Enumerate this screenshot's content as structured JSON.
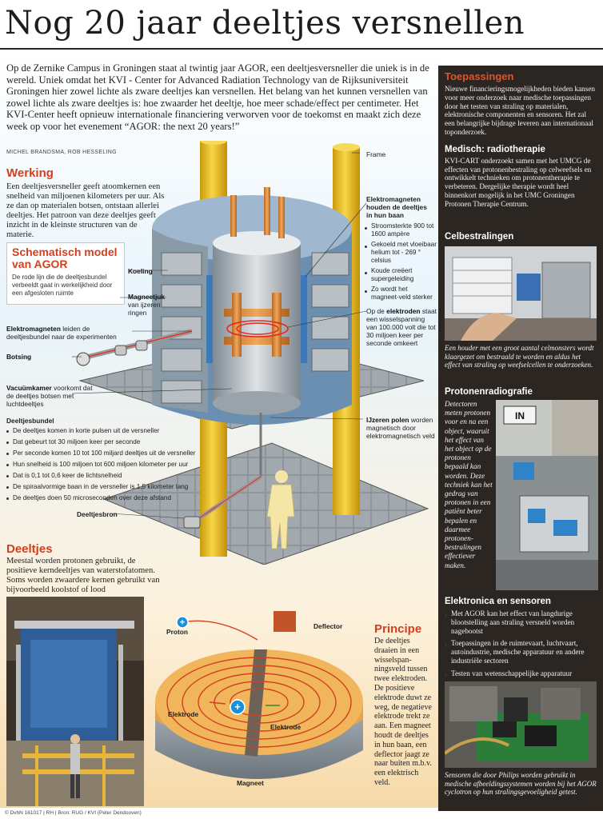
{
  "title": "Nog 20 jaar deeltjes versnellen",
  "intro": "Op de Zernike Campus in Groningen staat al twintig jaar AGOR, een deeltjesversneller die uniek is in de wereld. Uniek omdat het KVI - Center for Advanced Radiation Technology van de Rijksuniversiteit Groningen hier zowel lichte als zware deeltjes kan versnellen. Het belang van het kunnen versnellen van zowel lichte als zware deeltjes is: hoe zwaarder het deeltje, hoe meer schade/effect per centimeter. Het KVI-Center heeft opnieuw internationale financiering verworven voor de toekomst en maakt zich deze week op voor het evenement “AGOR: the next 20 years!”",
  "byline": "MICHEL BRANDSMA, ROB HESSELING",
  "werking": {
    "title": "Werking",
    "text": "Een deeltjesversneller geeft atoomkernen een snelheid van miljoenen kilometers per uur. Als ze dan op materialen botsen, ontstaan allerlei deeltjes. Het patroon van deze deeltjes geeft inzicht in de kleinste structuren van de materie."
  },
  "schematisch": {
    "title": "Schematisch model van AGOR",
    "text": "De rode lijn die de deeltjesbundel verbeeldt gaat in werkelijkheid door een afgesloten ruimte"
  },
  "labels": {
    "frame": "Frame",
    "koeling": "Koeling",
    "magneetjuk_b": "Magneetjuk",
    "magneetjuk_t": " van ijzeren ringen",
    "elektromagneten_bundel_b": "Elektromagneten",
    "elektromagneten_bundel_t": " leiden de deeltjesbundel naar de experimenten",
    "botsing": "Botsing",
    "vacuumkamer_b": "Vacuümkamer",
    "vacuumkamer_t": " voorkomt dat de deeltjes botsen met luchtdeeltjes",
    "elektromagneten_baan": "Elektromagneten houden de deeltjes in hun baan",
    "elektroden_t1": "Op de ",
    "elektroden_b": "elektroden",
    "elektroden_t2": " staat een wisselspanning van 100.000 volt die tot 30 miljoen keer per seconde omkeert",
    "ijzeren_polen_b": "IJzeren polen",
    "ijzeren_polen_t": " worden magnetisch door elektromagnetisch veld",
    "deeltjesbundel": "Deeltjesbundel",
    "deeltjesbron": "Deeltjesbron"
  },
  "magnet_bullets": [
    "Stroomsterkte 900 tot 1600 ampère",
    "Gekoeld met vloeibaar helium tot - 269 ° celsius",
    "Koude creëert supergeleiding",
    "Zo wordt het magneet-veld sterker"
  ],
  "bundel_bullets": [
    "De deeltjes komen in korte pulsen uit de versneller",
    "Dat gebeurt tot 30 miljoen keer per seconde",
    "Per seconde komen 10 tot 100 miljard deeltjes uit de versneller",
    "Hun snelheid is 100 miljoen tot 600 miljoen kilometer per uur",
    "Dat is 0,1 tot 0,6 keer de lichtsnelheid",
    "De spiraalvormige baan in de versneller is 1,5 kilometer lang",
    "De deeltjes doen 50 microseconden over deze afstand"
  ],
  "deeltjes": {
    "title": "Deeltjes",
    "text": "Meestal worden protonen gebruikt, de positieve kerndeeltjes van waterstofatomen. Soms worden zwaardere kernen gebruikt van bijvoorbeeld koolstof of lood"
  },
  "principe": {
    "title": "Principe",
    "text": "De deeltjes draaien in een wisselspan-ningsveld tussen twee elektroden. De positieve elektrode duwt ze weg, de negatieve elektrode trekt ze aan. Een magneet houdt de deeltjes in hun baan, een deflector jaagt ze naar buiten m.b.v. een elektrisch veld."
  },
  "principe_labels": {
    "proton": "Proton",
    "deflector": "Deflector",
    "elektrode_left": "Elektrode",
    "elektrode_right": "Elektrode",
    "magneet": "Magneet"
  },
  "sidebar": {
    "toepassingen_title": "Toepassingen",
    "toepassingen_text": "Nieuwe financieringsmogelijkheden bieden kansen voor meer onderzoek naar medische toepassingen door het testen van straling op materialen, elektronische componenten en sensoren. Het zal een belangrijke bijdrage leveren aan internationaal toponderzoek.",
    "medisch_title": "Medisch: radiotherapie",
    "medisch_text": "KVI-CART onderzoekt samen met het UMCG de effecten van protonenbestraling op celweefsels en ontwikkelt technieken om protonentherapie te verbeteren. Dergelijke therapie wordt heel binnenkort mogelijk in het UMC Groningen Protonen Therapie Centrum.",
    "cel_title": "Celbestralingen",
    "cel_caption": "Een houder met een groot aantal celmonsters wordt klaargezet om bestraald te worden en aldus het effect van straling op weefselcellen te onderzoeken.",
    "radio_title": "Protonenradiografie",
    "radio_text": "Detectoren meten protonen voor en na een object, waaruit het effect van het object op de protonen bepaald kan worden. Deze techniek kan het gedrag van protonen in een patiënt beter bepalen en daarmee protonen-bestralingen effectiever maken.",
    "elek_title": "Elektronica en sensoren",
    "elek_bullets": [
      "Met AGOR kan het effect van langdurige blootstelling aan straling versneld worden nagebootst",
      "Toepassingen in de ruimtevaart, luchtvaart, autoindustrie, medische apparatuur en andere industriële sectoren",
      "Testen van wetenschappelijke apparatuur"
    ],
    "elek_caption": "Sensoren die door Philips worden gebruikt in medische afbeeldingssystemen worden bij het AGOR cyclotron op hun stralingsgevoeligheid getest.",
    "in_sign": "IN"
  },
  "footer": "© DvhN 161017 | RH | Bron: RUG / KVI (Peter Dendooven)",
  "colors": {
    "accent_red": "#d2401f",
    "sidebar_bg": "#2b2622",
    "pillar_yellow": "#f2c31b",
    "magnet_blue": "#3d79b8",
    "copper": "#d98a3d"
  }
}
